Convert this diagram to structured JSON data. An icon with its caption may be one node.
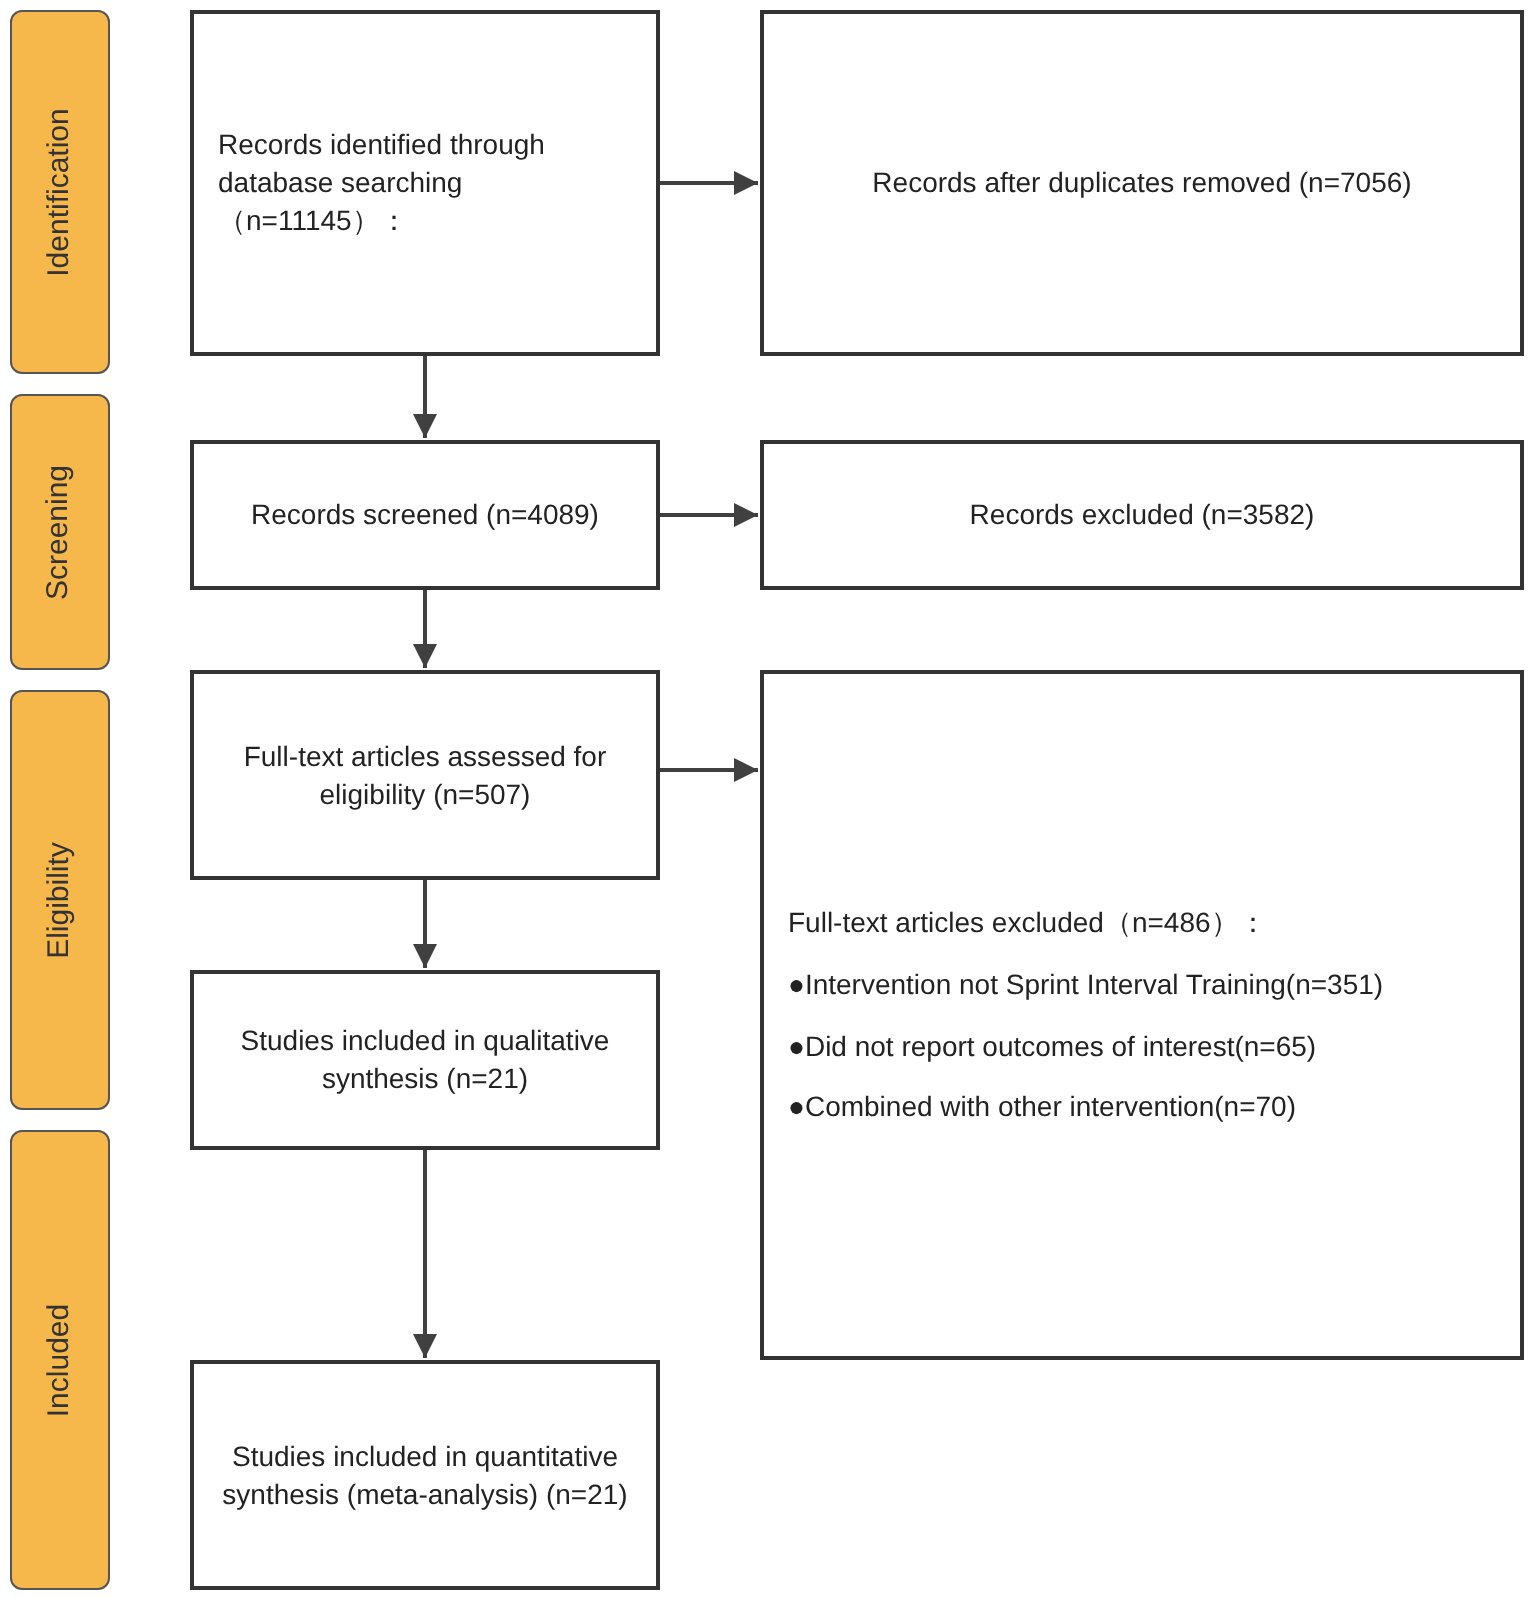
{
  "diagram": {
    "nodes": [
      {
        "text": [
          "Identification"
        ]
      },
      {
        "text": [
          "Records identified through database searching（n=11145）："
        ]
      },
      {
        "text": [
          "Records after duplicates removed (n=7056)"
        ]
      },
      {
        "text": [
          "Screening"
        ]
      },
      {
        "text": [
          "Records screened (n=4089)"
        ]
      },
      {
        "text": [
          "Records excluded (n=3582)"
        ]
      },
      {
        "text": [
          "Eligibility"
        ]
      },
      {
        "text": [
          "Full-text articles assessed for eligibility (n=507)"
        ]
      },
      {
        "text": [
          "Full-text articles excluded（n=486）：",
          "●Intervention not Sprint Interval Training(n=351)",
          "●Did not report outcomes of interest(n=65)",
          "●Combined with other intervention(n=70)"
        ]
      },
      {
        "text": [
          "Included"
        ]
      },
      {
        "text": [
          "Studies included in qualitative synthesis (n=21)"
        ]
      },
      {
        "text": [
          "Studies included in quantitative synthesis (meta-analysis) (n=21)"
        ]
      }
    ],
    "edges": [
      {
        "from": 1,
        "to": 2,
        "arrow": "to"
      },
      {
        "from": 1,
        "to": 4,
        "arrow": "to"
      },
      {
        "from": 4,
        "to": 5,
        "arrow": "to"
      },
      {
        "from": 4,
        "to": 7,
        "arrow": "to"
      },
      {
        "from": 7,
        "to": 8,
        "arrow": "to"
      },
      {
        "from": 7,
        "to": 10,
        "arrow": "to"
      },
      {
        "from": 10,
        "to": 11,
        "arrow": "to"
      }
    ]
  }
}
